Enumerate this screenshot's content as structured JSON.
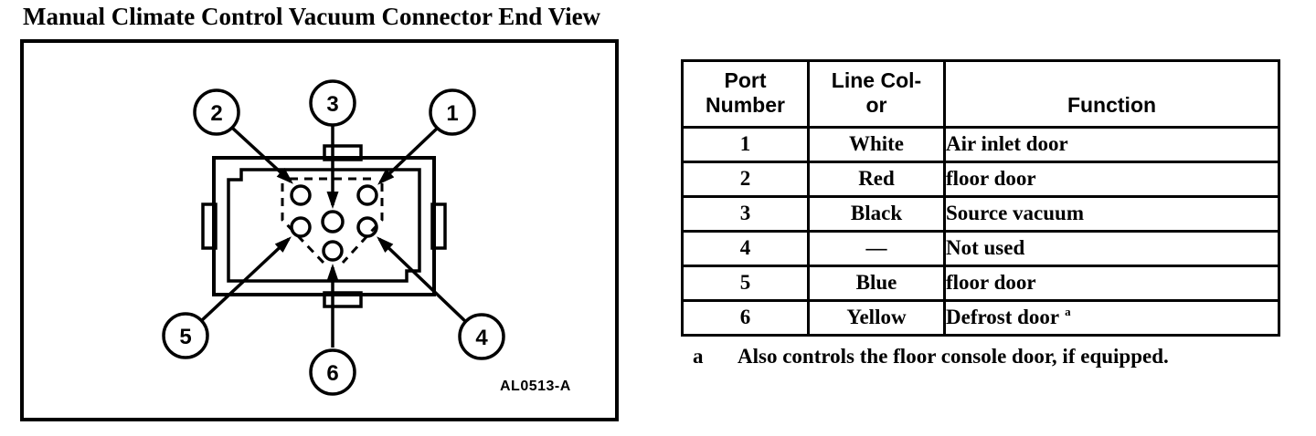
{
  "title": "Manual Climate Control Vacuum Connector End View",
  "diagram": {
    "figure_code": "AL0513-A",
    "callouts": [
      "1",
      "2",
      "3",
      "4",
      "5",
      "6"
    ]
  },
  "table": {
    "headers": {
      "port": "Port\nNumber",
      "color": "Line Col-\nor",
      "function": "Function"
    },
    "rows": [
      {
        "port": "1",
        "color": "White",
        "function": "Air inlet door",
        "note": ""
      },
      {
        "port": "2",
        "color": "Red",
        "function": "floor door",
        "note": ""
      },
      {
        "port": "3",
        "color": "Black",
        "function": "Source vacuum",
        "note": ""
      },
      {
        "port": "4",
        "color": "—",
        "function": "Not used",
        "note": ""
      },
      {
        "port": "5",
        "color": "Blue",
        "function": "floor door",
        "note": ""
      },
      {
        "port": "6",
        "color": "Yellow",
        "function": "Defrost door",
        "note": "a"
      }
    ]
  },
  "footnote": {
    "marker": "a",
    "text": "Also controls the floor console door, if equipped."
  }
}
